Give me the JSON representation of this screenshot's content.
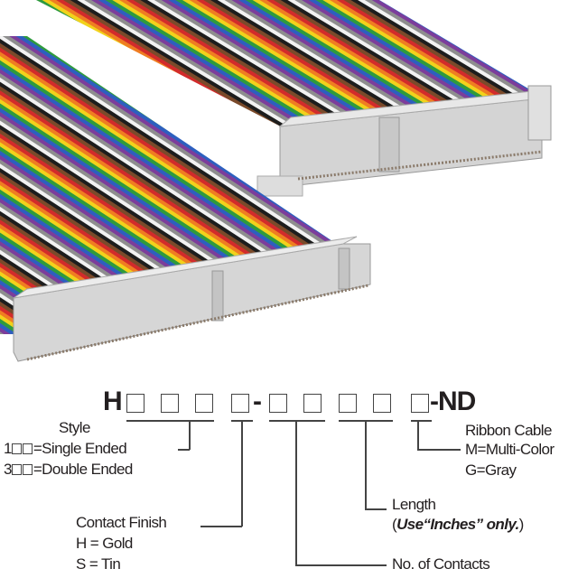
{
  "part_number": {
    "prefix": "H",
    "separator": "-",
    "suffix": "-ND"
  },
  "labels": {
    "style": {
      "title": "Style",
      "opt1_digit": "1",
      "opt1_text": "=Single Ended",
      "opt2_digit": "3",
      "opt2_text": "=Double Ended"
    },
    "contact_finish": {
      "title": "Contact Finish",
      "gold": "H = Gold",
      "tin": "S = Tin"
    },
    "contacts": {
      "title": "No. of Contacts"
    },
    "length": {
      "title": "Length",
      "note_open": "(",
      "note_bold": "Use“Inches” only.",
      "note_close": ")"
    },
    "ribbon": {
      "title": "Ribbon Cable",
      "multi": "M=Multi-Color",
      "gray": "G=Gray"
    }
  },
  "colors": {
    "stripes": [
      "#7a4a2a",
      "#d22b2b",
      "#ef7d22",
      "#f2d21b",
      "#2e9a3e",
      "#2d5fbf",
      "#7c3d9b",
      "#8e8e8e",
      "#f2f2f2",
      "#1d1d1d"
    ],
    "connector": "#d9d9d9"
  }
}
